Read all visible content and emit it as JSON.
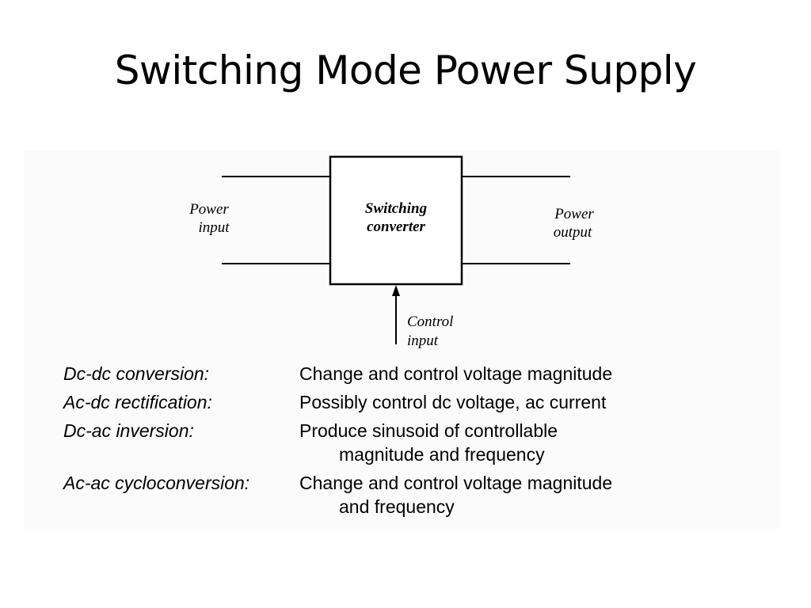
{
  "slide": {
    "title": "Switching Mode Power Supply"
  },
  "diagram": {
    "power_input": [
      "Power",
      "input"
    ],
    "converter": [
      "Switching",
      "converter"
    ],
    "power_output": [
      "Power",
      "output"
    ],
    "control_input": [
      "Control",
      "input"
    ]
  },
  "functions": [
    {
      "term": "Dc-dc conversion:",
      "lines": [
        "Change and control voltage magnitude"
      ]
    },
    {
      "term": "Ac-dc rectification:",
      "lines": [
        "Possibly control dc voltage, ac current"
      ]
    },
    {
      "term": "Dc-ac inversion:",
      "lines": [
        "Produce sinusoid of controllable",
        "magnitude and frequency"
      ]
    },
    {
      "term": "Ac-ac cycloconversion:",
      "lines": [
        "Change and control voltage magnitude",
        "and frequency"
      ]
    }
  ]
}
